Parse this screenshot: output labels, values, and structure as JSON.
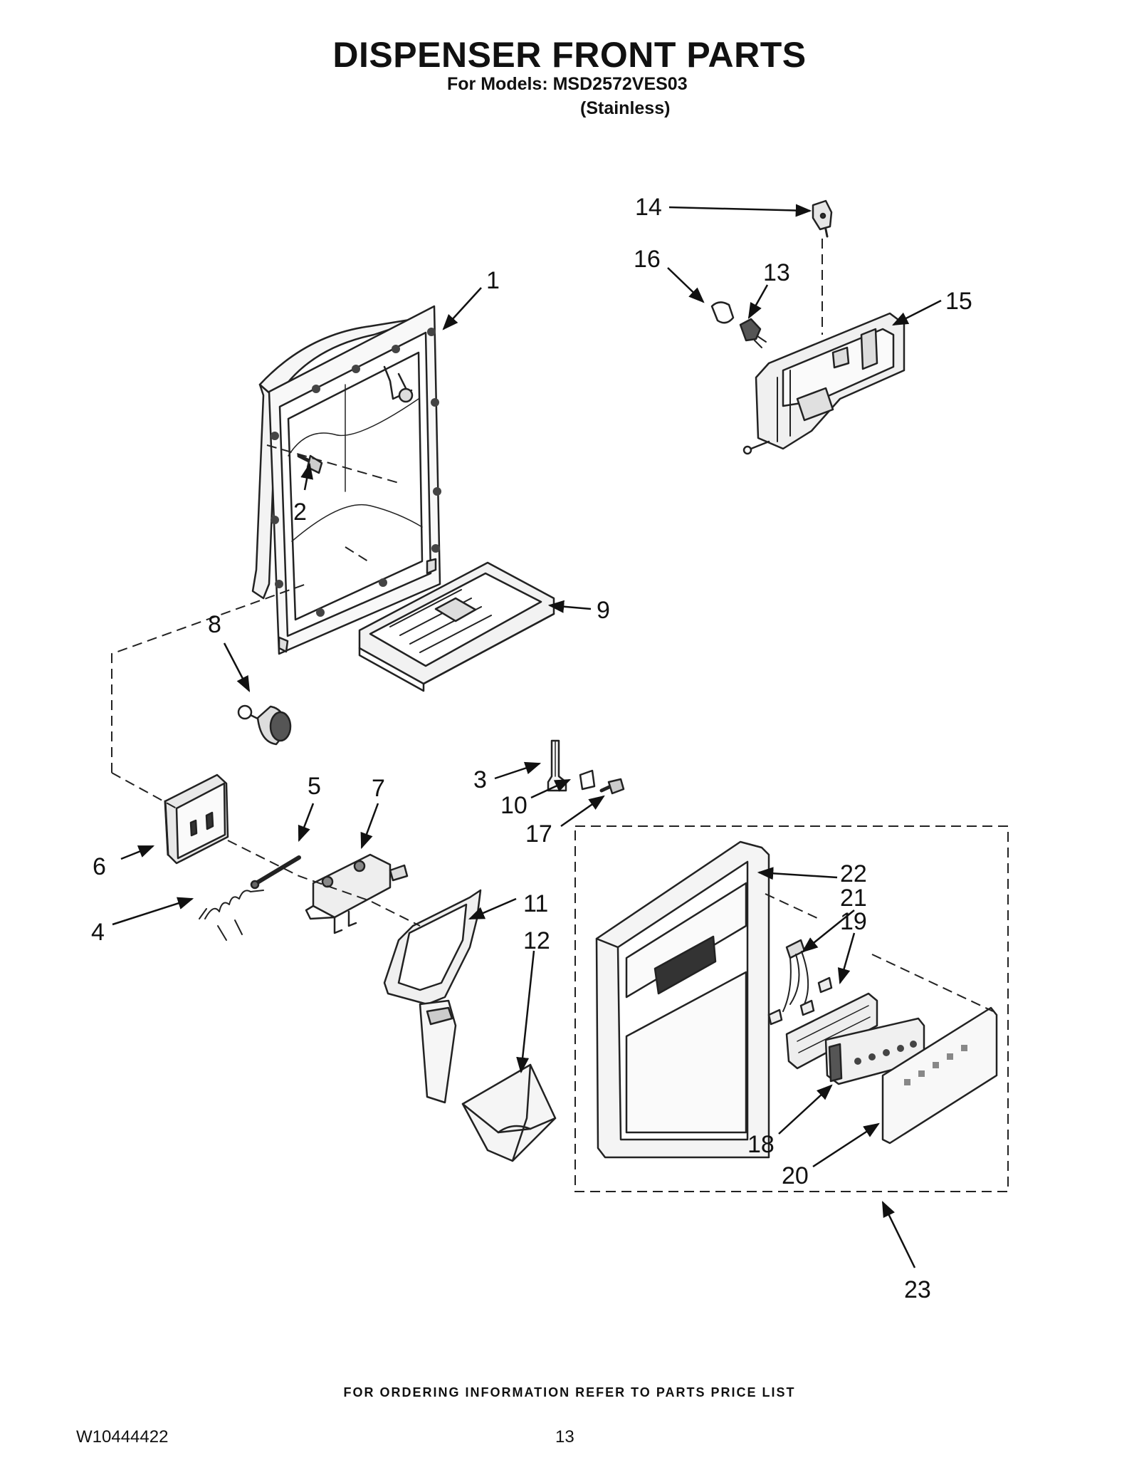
{
  "header": {
    "title": "DISPENSER FRONT PARTS",
    "models_line": "For Models: MSD2572VES03",
    "finish_line": "(Stainless)"
  },
  "callouts": [
    "1",
    "2",
    "3",
    "4",
    "5",
    "6",
    "7",
    "8",
    "9",
    "10",
    "11",
    "12",
    "13",
    "14",
    "15",
    "16",
    "17",
    "18",
    "19",
    "20",
    "21",
    "22",
    "23"
  ],
  "footer": {
    "ordering_note": "FOR ORDERING INFORMATION REFER TO PARTS PRICE LIST",
    "document_id": "W10444422",
    "page_number": "13"
  }
}
